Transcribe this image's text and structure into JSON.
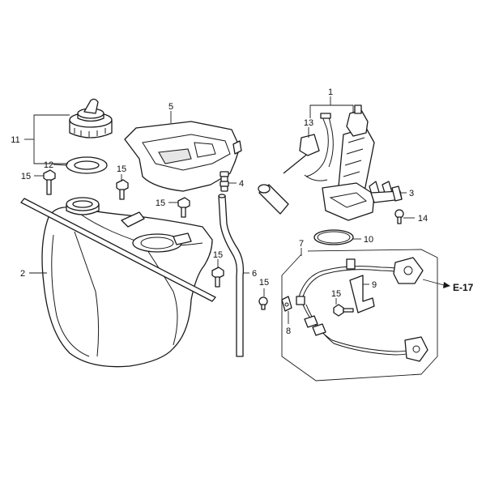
{
  "callouts": {
    "c1": "1",
    "c2": "2",
    "c3": "3",
    "c4": "4",
    "c5": "5",
    "c6": "6",
    "c7": "7",
    "c8": "8",
    "c9": "9",
    "c10": "10",
    "c11": "11",
    "c12": "12",
    "c13": "13",
    "c14": "14",
    "c15a": "15",
    "c15b": "15",
    "c15c": "15",
    "c15d": "15",
    "c15e": "15",
    "c15f": "15"
  },
  "reference": {
    "label": "E-17"
  },
  "colors": {
    "line": "#1a1a1a",
    "shade": "#e6e6e6",
    "background": "#ffffff"
  }
}
